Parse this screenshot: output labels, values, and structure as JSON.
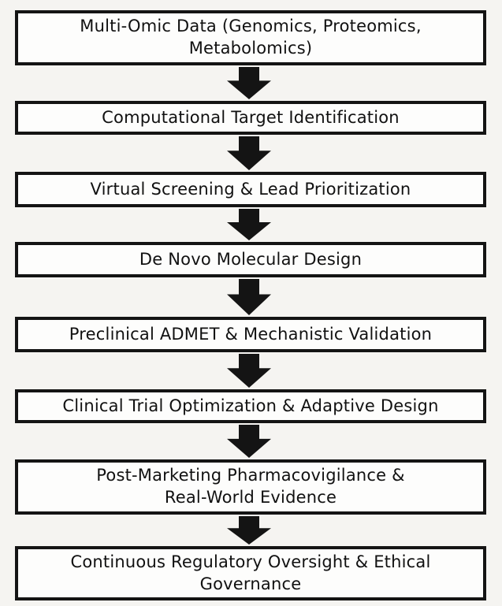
{
  "diagram": {
    "type": "flowchart",
    "direction": "top-to-bottom",
    "steps": [
      {
        "id": 1,
        "label": "Multi-Omic Data (Genomics, Proteomics,\nMetabolomics)"
      },
      {
        "id": 2,
        "label": "Computational Target Identification"
      },
      {
        "id": 3,
        "label": "Virtual Screening & Lead Prioritization"
      },
      {
        "id": 4,
        "label": "De Novo Molecular Design"
      },
      {
        "id": 5,
        "label": "Preclinical ADMET & Mechanistic Validation"
      },
      {
        "id": 6,
        "label": "Clinical Trial Optimization & Adaptive Design"
      },
      {
        "id": 7,
        "label": "Post-Marketing Pharmacovigilance &\nReal-World Evidence"
      },
      {
        "id": 8,
        "label": "Continuous Regulatory Oversight & Ethical\nGovernance"
      }
    ],
    "connector_icon": "block-arrow-down",
    "colors": {
      "background": "#f5f4f1",
      "box_fill": "#fdfdfc",
      "box_border": "#141414",
      "arrow": "#141414",
      "text": "#111111"
    }
  }
}
